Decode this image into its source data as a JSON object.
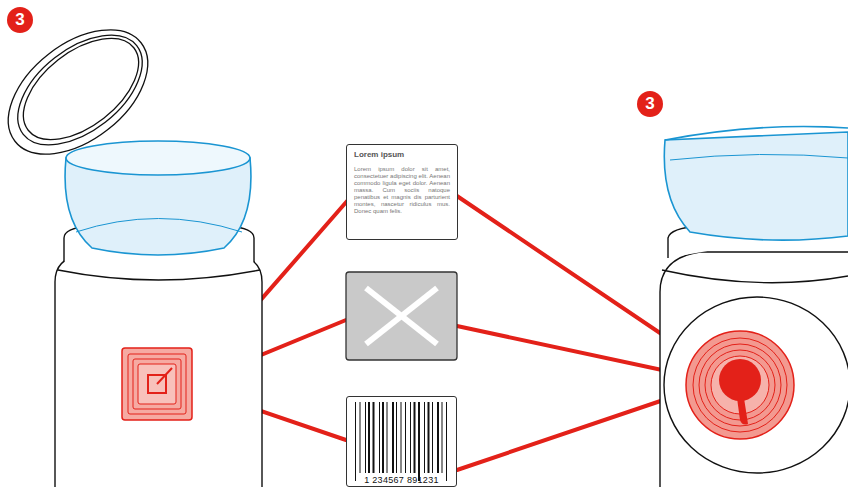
{
  "diagram": {
    "nodes": [
      {
        "text": [
          "Lorem ipsum",
          "Lorem ipsum dolor sit amet, consectetuer adipiscing elit. Aenean commodo ligula eget dolor. Aenean massa. Cum sociis natoque penatibus et magnis dis parturient montes, nascetur ridiculus mus. Donec quam felis."
        ]
      },
      {
        "text": [
          "1 234567 891231"
        ]
      }
    ],
    "labels": [
      "3",
      "3"
    ]
  }
}
